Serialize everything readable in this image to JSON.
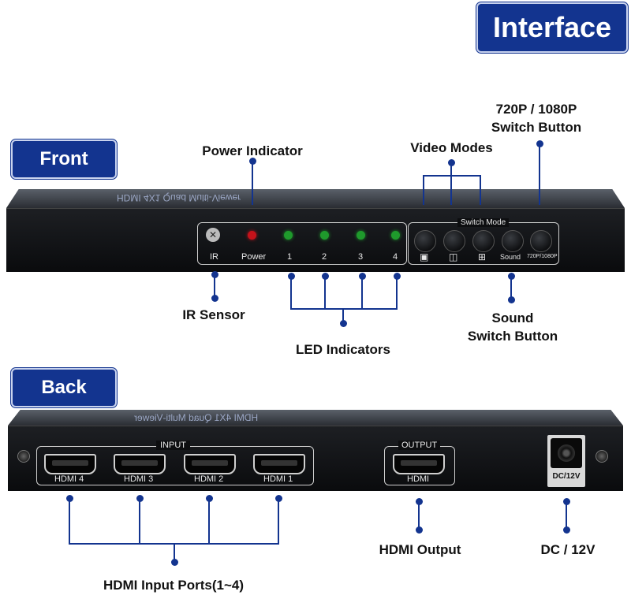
{
  "title": "Interface",
  "front": {
    "badge": "Front",
    "device_top_text": "HDMI 4X1 Quad Multi-Viewer",
    "panel": {
      "ir": "IR",
      "power": "Power",
      "channels": [
        "1",
        "2",
        "3",
        "4"
      ],
      "switch_mode": "Switch Mode",
      "sound": "Sound",
      "res": "720P/1080P",
      "mode_icons": [
        "▣",
        "◫",
        "⊞"
      ]
    },
    "callouts": {
      "power_indicator": "Power Indicator",
      "video_modes": "Video Modes",
      "res_switch_line1": "720P / 1080P",
      "res_switch_line2": "Switch Button",
      "ir_sensor": "IR Sensor",
      "led_indicators": "LED Indicators",
      "sound_line1": "Sound",
      "sound_line2": "Switch Button"
    },
    "led_colors": {
      "power": "#c4121a",
      "channel": "#1f9a2c"
    }
  },
  "back": {
    "badge": "Back",
    "panel": {
      "input": "INPUT",
      "ports": [
        "HDMI 4",
        "HDMI 3",
        "HDMI 2",
        "HDMI 1"
      ],
      "output": "OUTPUT",
      "output_port": "HDMI",
      "dc": "DC/12V"
    },
    "callouts": {
      "hdmi_inputs": "HDMI Input Ports(1~4)",
      "hdmi_output": "HDMI Output",
      "dc": "DC / 12V"
    }
  },
  "colors": {
    "accent": "#13348f"
  }
}
